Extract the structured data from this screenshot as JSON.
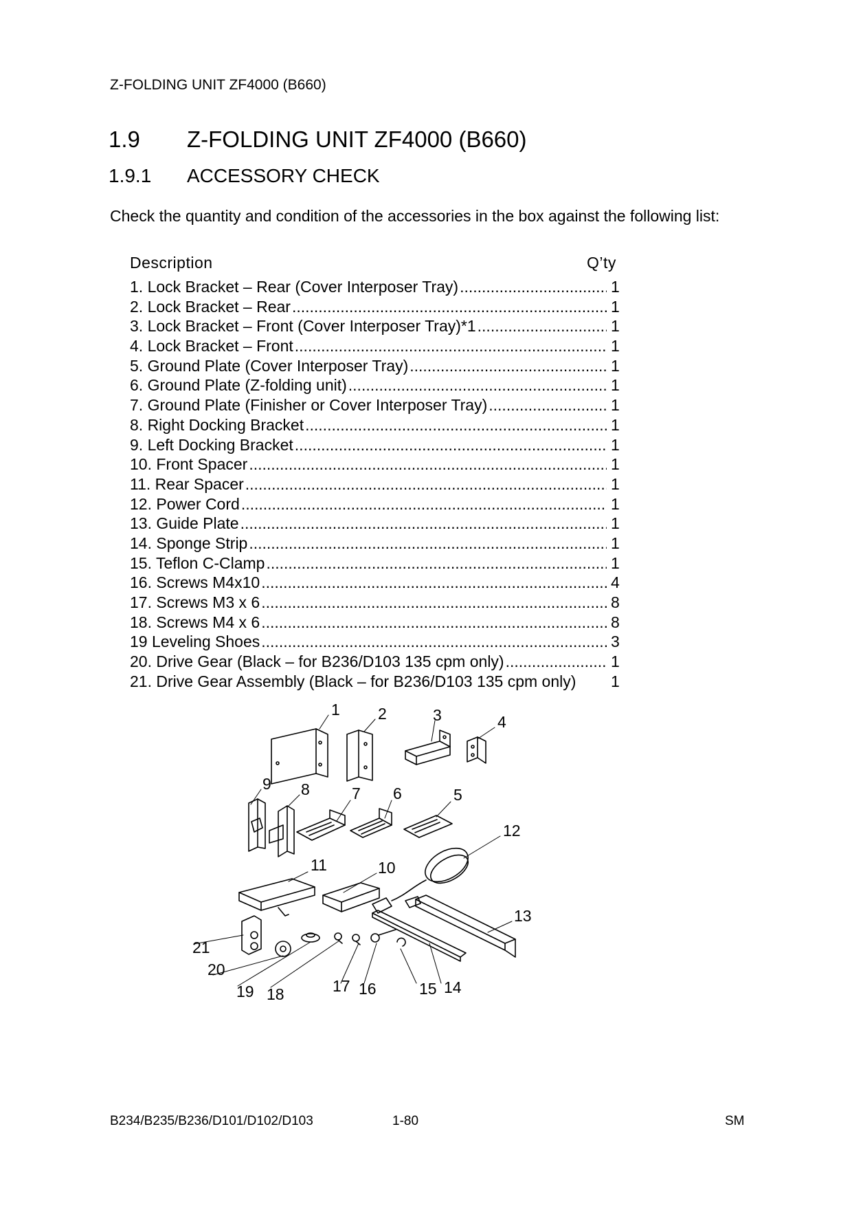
{
  "header": {
    "running_title": "Z-FOLDING UNIT ZF4000 (B660)"
  },
  "section": {
    "number": "1.9",
    "title": "Z-FOLDING UNIT ZF4000 (B660)"
  },
  "subsection": {
    "number": "1.9.1",
    "title": "ACCESSORY CHECK"
  },
  "intro": "Check the quantity and condition of the accessories in the box against the following list:",
  "table": {
    "col_description": "Description",
    "col_qty": "Q’ty",
    "items": [
      {
        "desc": "1. Lock Bracket – Rear (Cover Interposer Tray)",
        "qty": "1"
      },
      {
        "desc": "2. Lock Bracket – Rear",
        "qty": "1"
      },
      {
        "desc": "3. Lock Bracket – Front (Cover Interposer Tray)*1",
        "qty": "1"
      },
      {
        "desc": "4. Lock Bracket – Front",
        "qty": "1"
      },
      {
        "desc": "5. Ground Plate (Cover Interposer Tray)",
        "qty": "1"
      },
      {
        "desc": "6. Ground Plate (Z-folding unit)",
        "qty": "1"
      },
      {
        "desc": "7. Ground Plate (Finisher or Cover Interposer Tray)",
        "qty": "1"
      },
      {
        "desc": "8. Right Docking Bracket",
        "qty": "1"
      },
      {
        "desc": "9. Left Docking Bracket",
        "qty": "1"
      },
      {
        "desc": "10. Front Spacer",
        "qty": "1"
      },
      {
        "desc": "11. Rear Spacer",
        "qty": "1"
      },
      {
        "desc": "12. Power Cord",
        "qty": "1"
      },
      {
        "desc": "13. Guide Plate",
        "qty": "1"
      },
      {
        "desc": "14. Sponge Strip",
        "qty": "1"
      },
      {
        "desc": "15. Teflon C-Clamp",
        "qty": "1"
      },
      {
        "desc": "16. Screws M4x10",
        "qty": "4"
      },
      {
        "desc": "17. Screws M3 x 6",
        "qty": "8"
      },
      {
        "desc": "18. Screws M4 x 6",
        "qty": "8"
      },
      {
        "desc": "19  Leveling Shoes",
        "qty": "3"
      },
      {
        "desc": "20. Drive Gear (Black – for B236/D103 135 cpm only)",
        "qty": "1"
      },
      {
        "desc": "21. Drive Gear Assembly (Black – for B236/D103 135 cpm only)",
        "qty": "1"
      }
    ]
  },
  "diagram": {
    "callouts": [
      "1",
      "2",
      "3",
      "4",
      "5",
      "6",
      "7",
      "8",
      "9",
      "10",
      "11",
      "12",
      "13",
      "14",
      "15",
      "16",
      "17",
      "18",
      "19",
      "20",
      "21"
    ]
  },
  "footer": {
    "models": "B234/B235/B236/D101/D102/D103",
    "page": "1-80",
    "manual": "SM"
  }
}
